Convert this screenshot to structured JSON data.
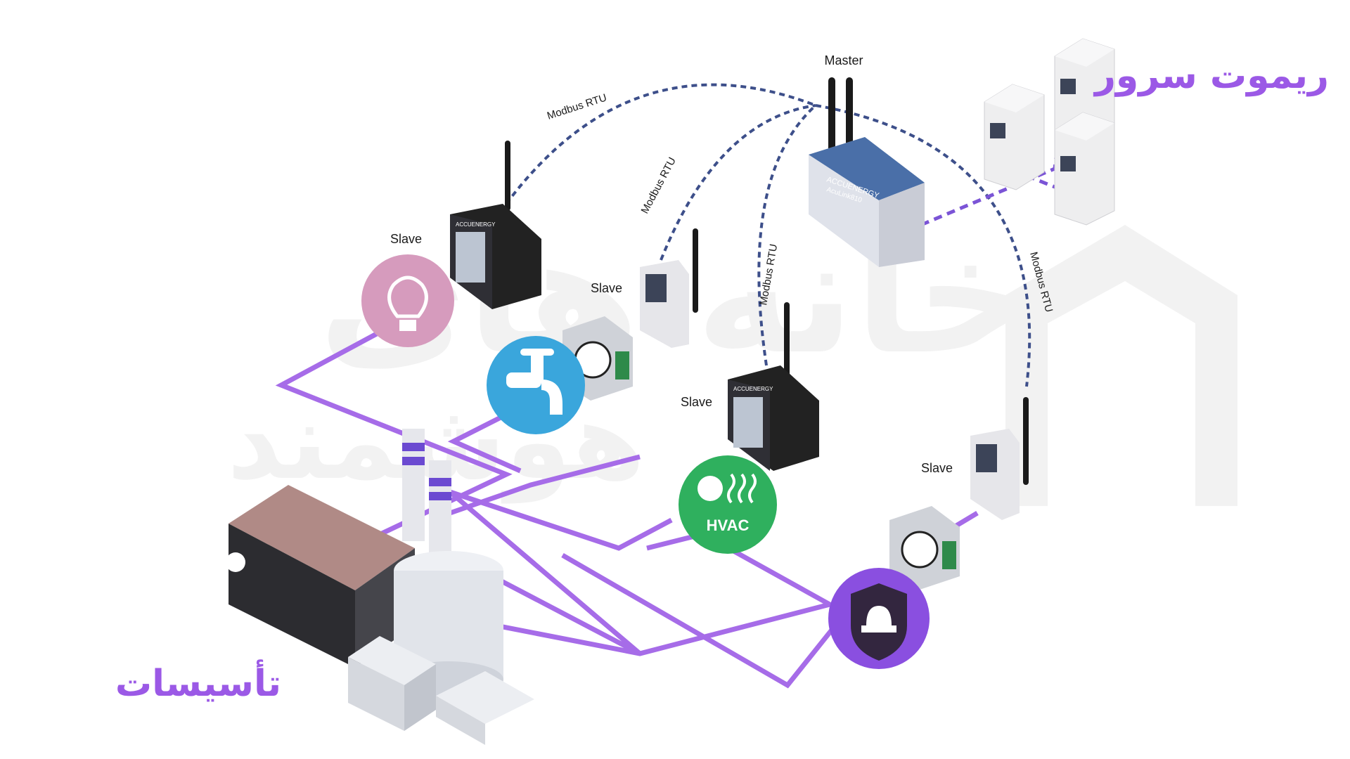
{
  "titles": {
    "remote_server": "ریموت سرور",
    "facilities": "تأسیسات"
  },
  "watermark": {
    "line1": "خانه های",
    "line2": "هوشمند"
  },
  "nodes": {
    "master": "Master",
    "master_brand": "ACCUENERGY",
    "master_model": "AcuLink810",
    "meter_brand": "ACCUENERGY",
    "slave1": "Slave",
    "slave2": "Slave",
    "slave3": "Slave",
    "slave4": "Slave"
  },
  "links": {
    "l1": "Modbus RTU",
    "l2": "Modbus RTU",
    "l3": "Modbus RTU",
    "l4": "Modbus RTU"
  },
  "devices": {
    "hvac": "HVAC"
  },
  "colors": {
    "wire": "#a66ce8",
    "dashed": "#3d4f8a",
    "accent": "#9b59e6",
    "pink": "#d69bbd",
    "blue": "#3aa6dc",
    "green": "#2fb05e",
    "purple_badge": "#8a4fe0"
  }
}
